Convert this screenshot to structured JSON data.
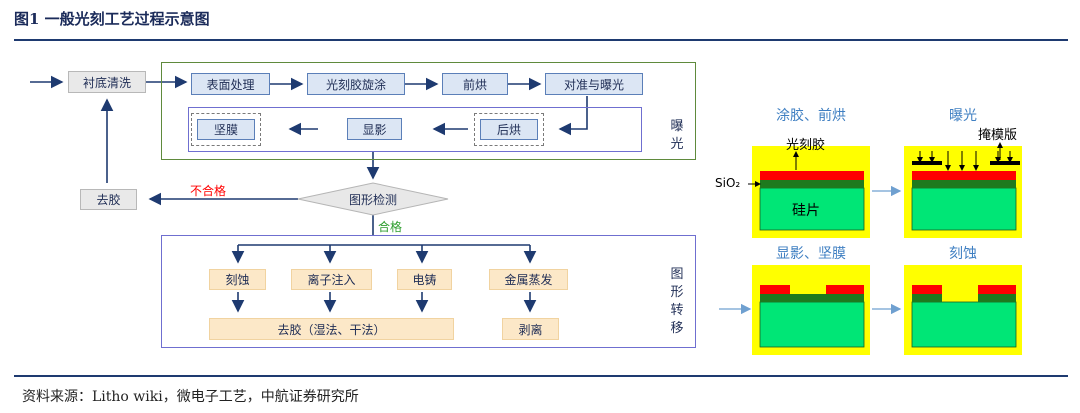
{
  "figure": {
    "title": "图1  一般光刻工艺过程示意图",
    "source": "资料来源：Litho wiki，微电子工艺，中航证券研究所"
  },
  "flow": {
    "start": "衬底清洗",
    "surface": "表面处理",
    "coat": "光刻胶旋涂",
    "prebake": "前烘",
    "align": "对准与曝光",
    "hardbake": "坚膜",
    "develop": "显影",
    "postbake": "后烘",
    "strip": "去胶",
    "fail": "不合格",
    "inspect": "图形检测",
    "pass": "合格",
    "exposure_group": "曝光",
    "transfer_group": "图形转移",
    "etch": "刻蚀",
    "implant": "离子注入",
    "plating": "电铸",
    "evaporation": "金属蒸发",
    "strip_methods": "去胶（湿法、干法）",
    "liftoff": "剥离"
  },
  "cross_section": {
    "p1_caption": "涂胶、前烘",
    "p1_resist": "光刻胶",
    "p1_oxide": "SiO₂",
    "p1_wafer": "硅片",
    "p2_caption": "曝光",
    "p2_mask": "掩模版",
    "p3_caption": "显影、坚膜",
    "p4_caption": "刻蚀"
  },
  "colors": {
    "navy": "#1e3a70",
    "box_fill": "#dce6f4",
    "orange_box": "#fce8c8",
    "fail_red": "#ff0000",
    "pass_green": "#2e9e2e",
    "yellow": "#ffff00",
    "resist_red": "#ff0000",
    "oxide_green": "#1e7a1e",
    "wafer_green": "#00e676"
  }
}
